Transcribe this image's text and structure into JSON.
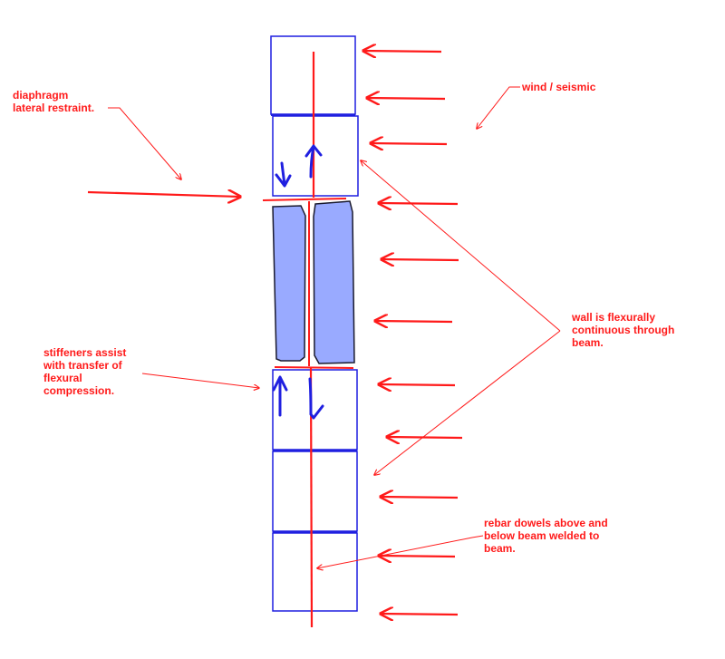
{
  "colors": {
    "red": "#ff1a1a",
    "blue": "#1f1fe0",
    "stiffener_fill": "#99aaff",
    "stiffener_stroke": "#1a1a2e",
    "background": "#ffffff"
  },
  "annotations": {
    "diaphragm": "diaphragm\nlateral restraint.",
    "wind": "wind / seismic",
    "wall": "wall is flexurally\ncontinuous through\nbeam.",
    "stiffeners": "stiffeners assist\nwith transfer of\nflexural\ncompression.",
    "rebar": "rebar dowels above and\nbelow beam welded to\nbeam."
  }
}
